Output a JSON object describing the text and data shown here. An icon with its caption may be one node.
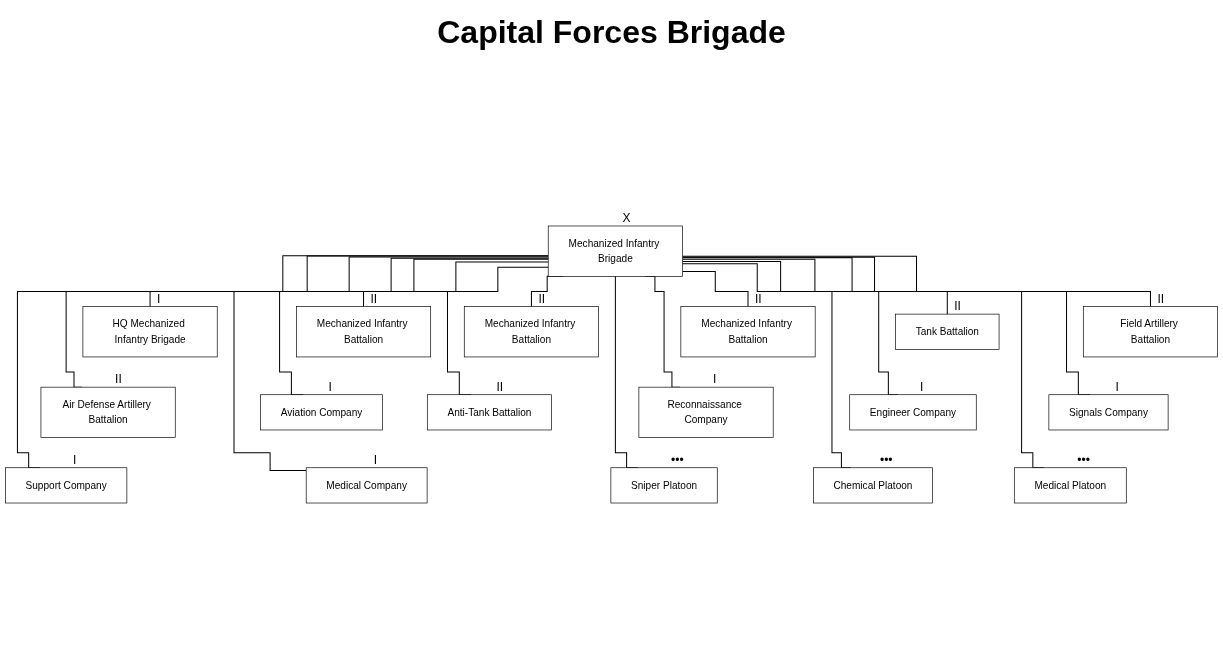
{
  "diagram": {
    "title": "Capital Forces Brigade",
    "nodes": [
      {
        "text": [
          "Mechanized Infantry Brigade"
        ],
        "beside": [
          "X"
        ]
      },
      {
        "text": [
          "HQ Mechanized Infantry Brigade"
        ],
        "beside": [
          "I"
        ]
      },
      {
        "text": [
          "Mechanized Infantry Battalion"
        ],
        "beside": [
          "II"
        ]
      },
      {
        "text": [
          "Mechanized Infantry Battalion"
        ],
        "beside": [
          "II"
        ]
      },
      {
        "text": [
          "Mechanized Infantry Battalion"
        ],
        "beside": [
          "II"
        ]
      },
      {
        "text": [
          "Tank Battalion"
        ],
        "beside": [
          "II"
        ]
      },
      {
        "text": [
          "Field Artillery Battalion"
        ],
        "beside": [
          "II"
        ]
      },
      {
        "text": [
          "Air Defense Artillery Battalion"
        ],
        "beside": [
          "II"
        ]
      },
      {
        "text": [
          "Anti-Tank Battalion"
        ],
        "beside": [
          "II"
        ]
      },
      {
        "text": [
          "Reconnaissance Company"
        ],
        "beside": [
          "I"
        ]
      },
      {
        "text": [
          "Aviation Company"
        ],
        "beside": [
          "I"
        ]
      },
      {
        "text": [
          "Engineer Company"
        ],
        "beside": [
          "I"
        ]
      },
      {
        "text": [
          "Signals Company"
        ],
        "beside": [
          "I"
        ]
      },
      {
        "text": [
          "Support Company"
        ],
        "beside": [
          "I"
        ]
      },
      {
        "text": [
          "Medical Company"
        ],
        "beside": [
          "I"
        ]
      },
      {
        "text": [
          "Sniper Platoon"
        ],
        "beside": [
          "•••"
        ]
      },
      {
        "text": [
          "Chemical Platoon"
        ],
        "beside": [
          "•••"
        ]
      },
      {
        "text": [
          "Medical Platoon"
        ],
        "beside": [
          "•••"
        ]
      }
    ],
    "edges": [
      {
        "from": 0,
        "to": 1,
        "arrow": "none"
      },
      {
        "from": 0,
        "to": 2,
        "arrow": "none"
      },
      {
        "from": 0,
        "to": 3,
        "arrow": "none"
      },
      {
        "from": 0,
        "to": 4,
        "arrow": "none"
      },
      {
        "from": 0,
        "to": 5,
        "arrow": "none"
      },
      {
        "from": 0,
        "to": 6,
        "arrow": "none"
      },
      {
        "from": 0,
        "to": 7,
        "arrow": "none"
      },
      {
        "from": 0,
        "to": 8,
        "arrow": "none"
      },
      {
        "from": 0,
        "to": 9,
        "arrow": "none"
      },
      {
        "from": 0,
        "to": 10,
        "arrow": "none"
      },
      {
        "from": 0,
        "to": 11,
        "arrow": "none"
      },
      {
        "from": 0,
        "to": 12,
        "arrow": "none"
      },
      {
        "from": 0,
        "to": 13,
        "arrow": "none"
      },
      {
        "from": 0,
        "to": 14,
        "arrow": "none"
      },
      {
        "from": 0,
        "to": 15,
        "arrow": "none"
      },
      {
        "from": 0,
        "to": 16,
        "arrow": "none"
      },
      {
        "from": 0,
        "to": 17,
        "arrow": "none"
      }
    ]
  }
}
